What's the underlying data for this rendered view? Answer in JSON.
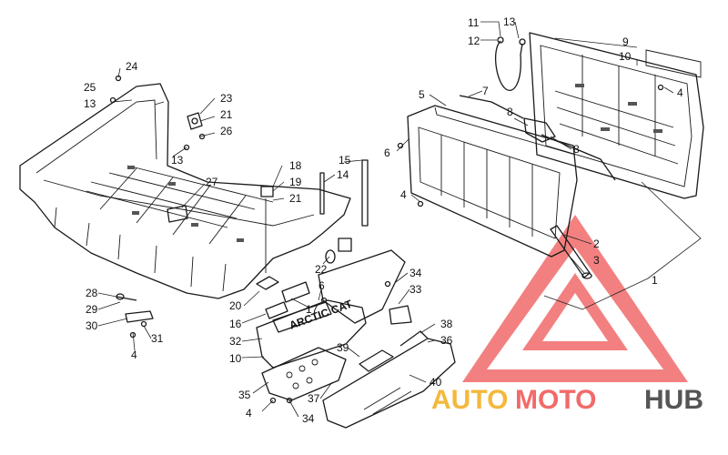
{
  "callouts": [
    "1",
    "2",
    "3",
    "4",
    "4",
    "4",
    "4",
    "5",
    "6",
    "6",
    "7",
    "8",
    "8",
    "9",
    "10",
    "10",
    "11",
    "12",
    "13",
    "13",
    "13",
    "14",
    "15",
    "16",
    "17",
    "18",
    "19",
    "20",
    "21",
    "21",
    "22",
    "23",
    "24",
    "25",
    "26",
    "27",
    "28",
    "29",
    "30",
    "31",
    "32",
    "33",
    "34",
    "34",
    "35",
    "36",
    "37",
    "38",
    "39",
    "40"
  ],
  "decal_text": "ARCTIC CAT",
  "watermark": {
    "word1": "AUTO",
    "word2": "MOTO",
    "word3": "HUB",
    "color_auto": "#f4b83c",
    "color_moto": "#f26a6a",
    "color_hub": "#555555"
  }
}
